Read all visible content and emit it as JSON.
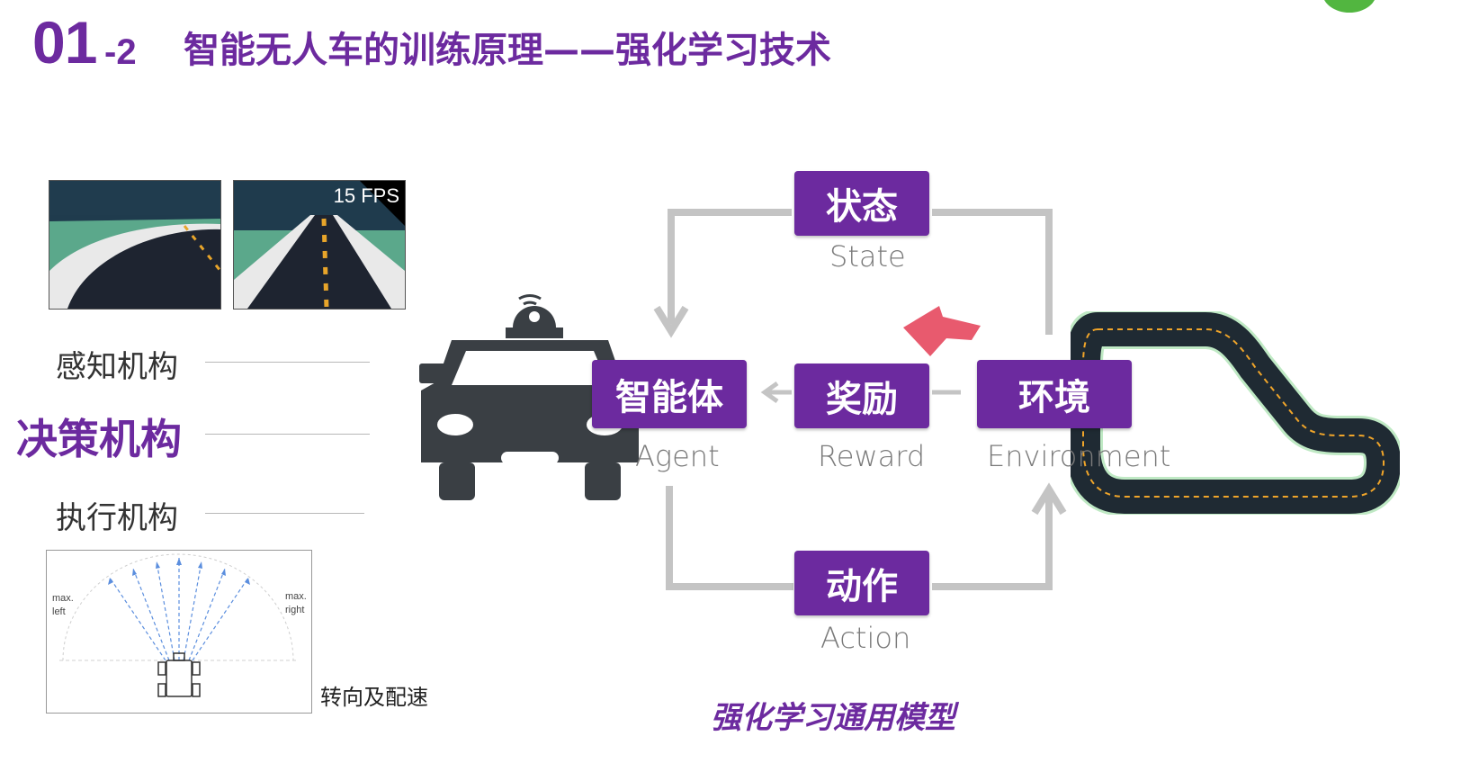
{
  "header": {
    "number": "01",
    "sub_number": "-2",
    "title": "智能无人车的训练原理——强化学习技术"
  },
  "camera": {
    "fps_label": "15 FPS"
  },
  "left_panel": {
    "perception": "感知机构",
    "decision": "决策机构",
    "execution": "执行机构"
  },
  "steering": {
    "max_left_1": "max.",
    "max_left_2": "left",
    "max_right_1": "max.",
    "max_right_2": "right",
    "caption": "转向及配速"
  },
  "diagram": {
    "state_cn": "状态",
    "state_en": "State",
    "agent_cn": "智能体",
    "agent_en": "Agent",
    "reward_cn": "奖励",
    "reward_en": "Reward",
    "env_cn": "环境",
    "env_en": "Environment",
    "action_cn": "动作",
    "action_en": "Action"
  },
  "footer": {
    "caption": "强化学习通用模型"
  },
  "colors": {
    "accent": "#6c2a9f",
    "arrow_gray": "#c4c4c4",
    "car_dark": "#3a3f44",
    "reward_arrow": "#e85a6e"
  }
}
